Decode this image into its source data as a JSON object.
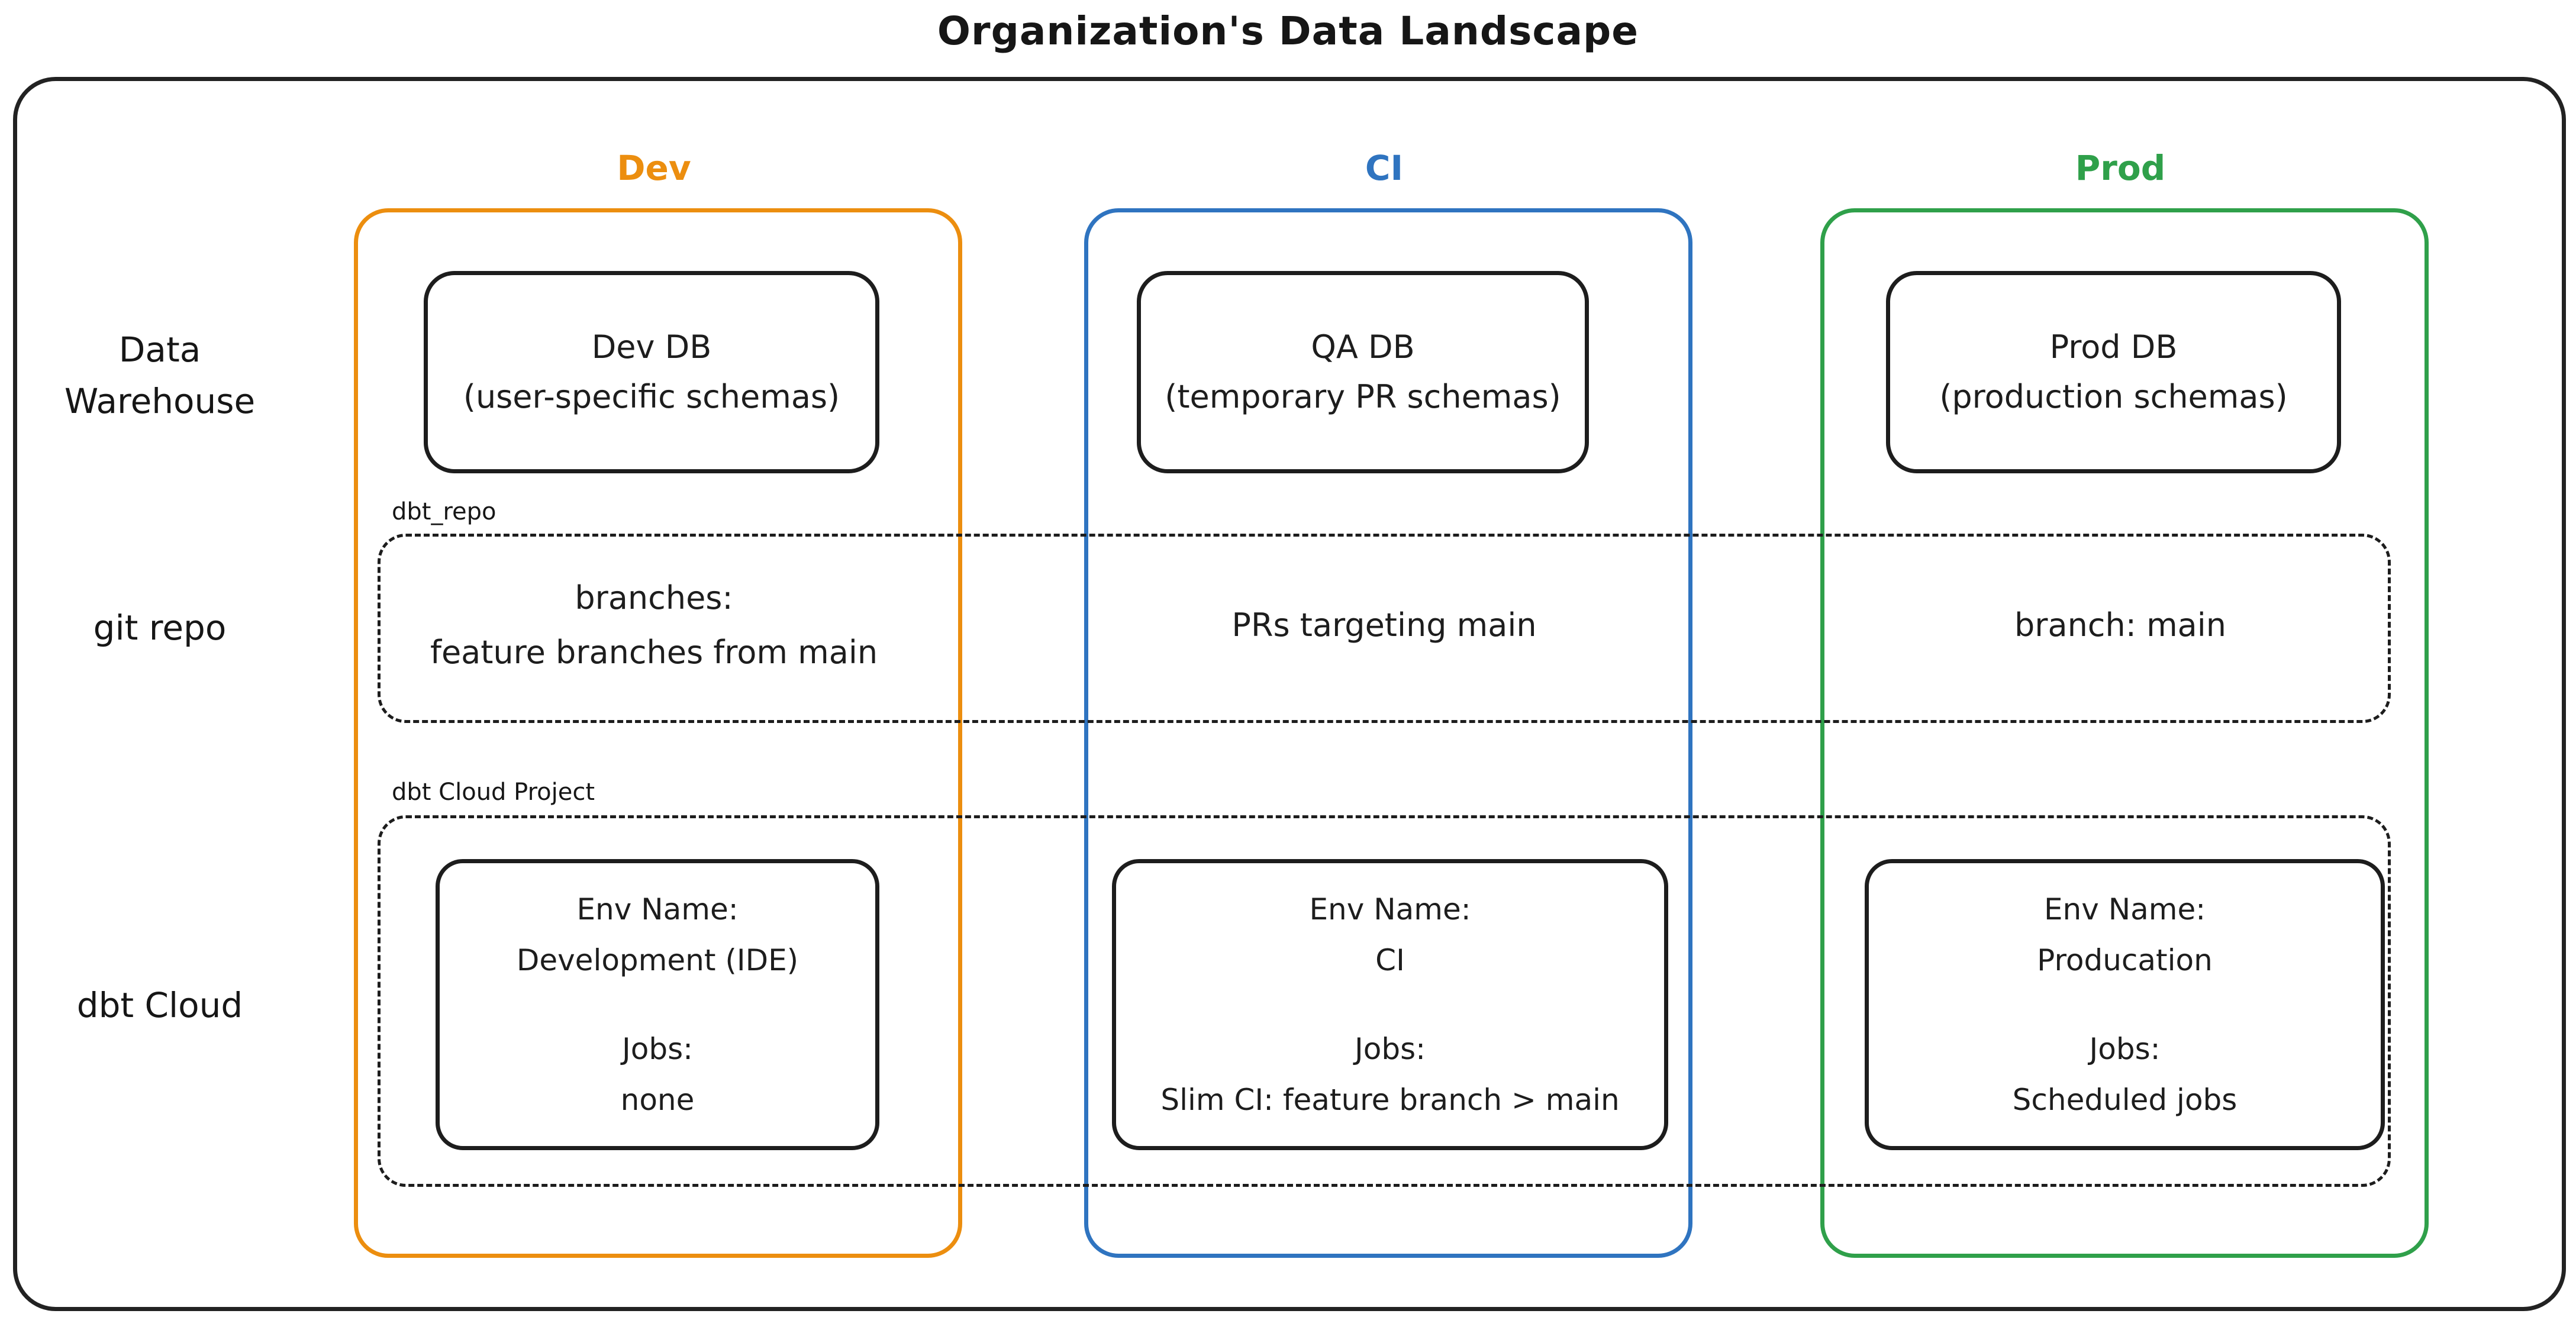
{
  "title": "Organization's Data Landscape",
  "colors": {
    "ink": "#1d1d1d",
    "dev_accent": "#EC8E0F",
    "ci_accent": "#2F74C0",
    "prod_accent": "#2FA04A"
  },
  "row_labels": {
    "warehouse_line1": "Data",
    "warehouse_line2": "Warehouse",
    "git": "git repo",
    "dbt": "dbt Cloud"
  },
  "bands": {
    "git_repo_label": "dbt_repo",
    "dbt_cloud_label": "dbt Cloud Project"
  },
  "columns": [
    {
      "label": "Dev",
      "color": "#EC8E0F",
      "db": {
        "line1": "Dev DB",
        "line2": "(user-specific schemas)"
      },
      "git": {
        "line1": "branches:",
        "line2": "feature branches from main"
      },
      "dbt": {
        "env_label": "Env Name:",
        "env_value": "Development (IDE)",
        "jobs_label": "Jobs:",
        "jobs_value": "none"
      }
    },
    {
      "label": "CI",
      "color": "#2F74C0",
      "db": {
        "line1": "QA DB",
        "line2": "(temporary PR schemas)"
      },
      "git": {
        "line1": "PRs targeting main",
        "line2": ""
      },
      "dbt": {
        "env_label": "Env Name:",
        "env_value": "CI",
        "jobs_label": "Jobs:",
        "jobs_value": "Slim CI: feature branch > main"
      }
    },
    {
      "label": "Prod",
      "color": "#2FA04A",
      "db": {
        "line1": "Prod DB",
        "line2": "(production schemas)"
      },
      "git": {
        "line1": "branch: main",
        "line2": ""
      },
      "dbt": {
        "env_label": "Env Name:",
        "env_value": "Producation",
        "jobs_label": "Jobs:",
        "jobs_value": "Scheduled jobs"
      }
    }
  ]
}
